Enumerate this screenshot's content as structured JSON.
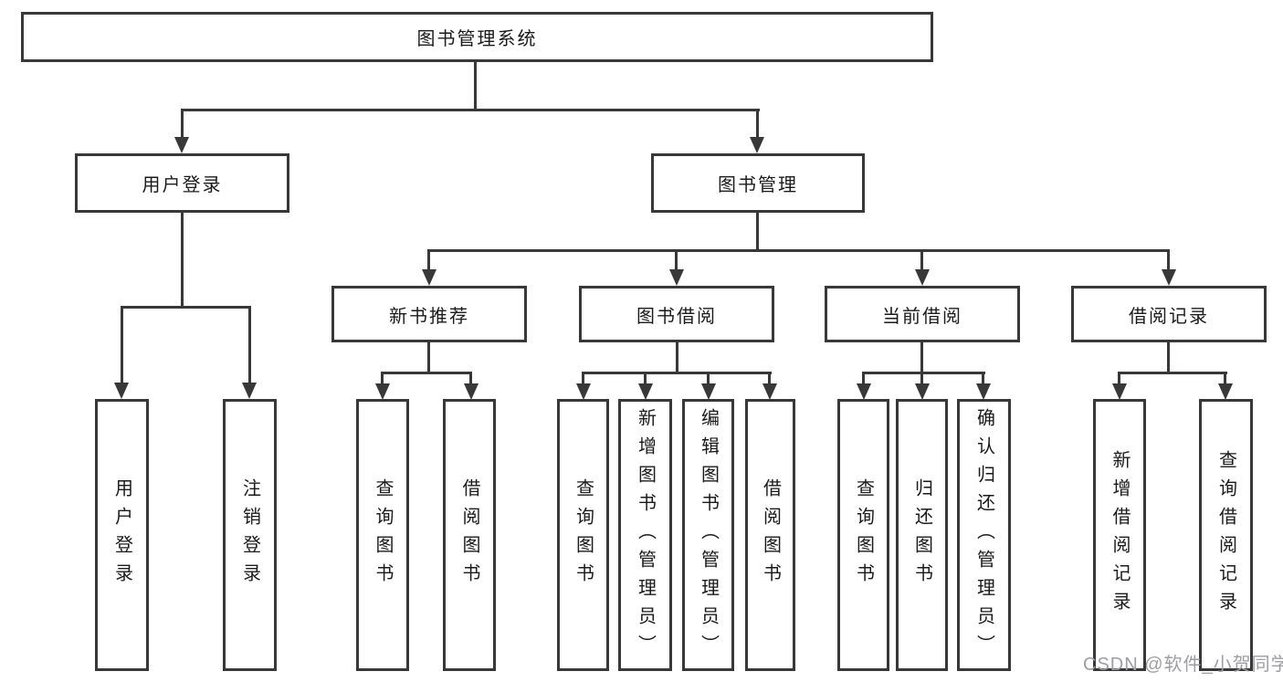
{
  "tree": {
    "root": {
      "label": "图书管理系统"
    },
    "login": {
      "label": "用户登录",
      "children": [
        {
          "label": "用户登录"
        },
        {
          "label": "注销登录"
        }
      ]
    },
    "management": {
      "label": "图书管理"
    },
    "newbook": {
      "label": "新书推荐",
      "children": [
        {
          "label": "查询图书"
        },
        {
          "label": "借阅图书"
        }
      ]
    },
    "borrow": {
      "label": "图书借阅",
      "children": [
        {
          "label": "查询图书"
        },
        {
          "label": "新增图书（管理员）"
        },
        {
          "label": "编辑图书（管理员）"
        },
        {
          "label": "借阅图书"
        }
      ]
    },
    "current": {
      "label": "当前借阅",
      "children": [
        {
          "label": "查询图书"
        },
        {
          "label": "归还图书"
        },
        {
          "label": "确认归还（管理员）"
        }
      ]
    },
    "records": {
      "label": "借阅记录",
      "children": [
        {
          "label": "新增借阅记录"
        },
        {
          "label": "查询借阅记录"
        }
      ]
    }
  },
  "watermark": {
    "text": "CSDN @软件_小贺同学"
  },
  "colors": {
    "line": "#383838",
    "box_border": "#383838",
    "text": "#1a1a1a",
    "watermark": "#9e9ea2",
    "background": "#ffffff"
  }
}
